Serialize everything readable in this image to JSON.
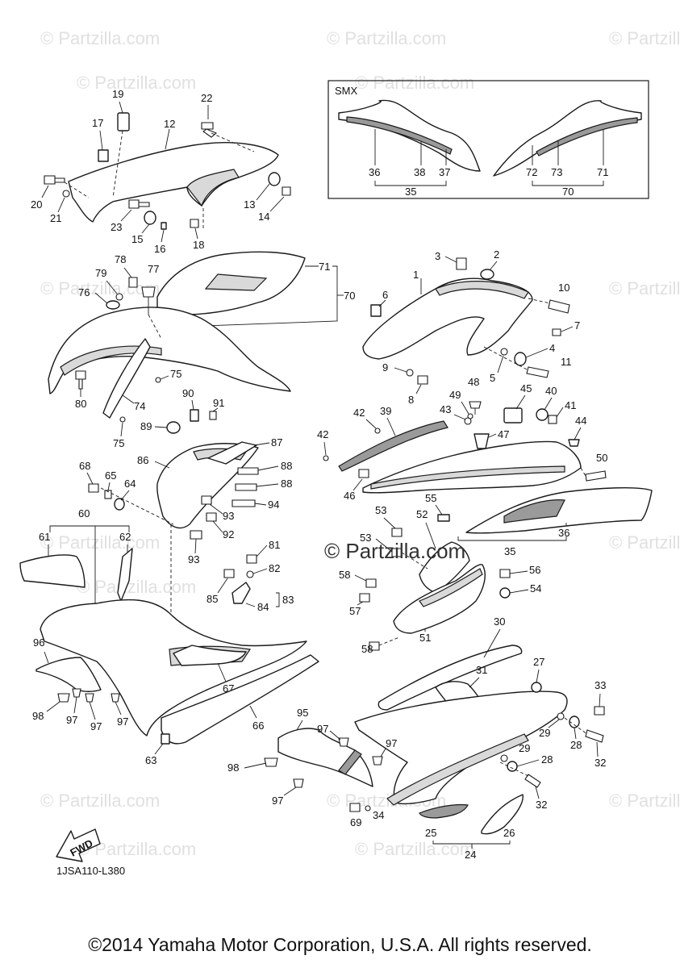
{
  "watermark": "© Partzilla.com",
  "center_watermark": "© Partzilla.com",
  "inset_label": "SMX",
  "fwd_label": "FWD",
  "diagram_code": "1JSA110-L380",
  "copyright": "©2014 Yamaha Motor Corporation, U.S.A. All rights reserved.",
  "callouts": {
    "c1": "1",
    "c2": "2",
    "c3": "3",
    "c4": "4",
    "c5": "5",
    "c6": "6",
    "c7": "7",
    "c8": "8",
    "c9": "9",
    "c10": "10",
    "c11": "11",
    "c12": "12",
    "c13": "13",
    "c14": "14",
    "c15": "15",
    "c16": "16",
    "c17": "17",
    "c18": "18",
    "c19": "19",
    "c20": "20",
    "c21": "21",
    "c22": "22",
    "c23": "23",
    "c24": "24",
    "c25": "25",
    "c26": "26",
    "c27": "27",
    "c28": "28",
    "c29": "29",
    "c30": "30",
    "c31": "31",
    "c32a": "32",
    "c32b": "32",
    "c33": "33",
    "c34": "34",
    "c35a": "35",
    "c35b": "35",
    "c36a": "36",
    "c36b": "36",
    "c37": "37",
    "c38": "38",
    "c39": "39",
    "c40": "40",
    "c41": "41",
    "c42a": "42",
    "c42b": "42",
    "c43": "43",
    "c44": "44",
    "c45": "45",
    "c46": "46",
    "c47": "47",
    "c48": "48",
    "c49": "49",
    "c50": "50",
    "c51": "51",
    "c52": "52",
    "c53a": "53",
    "c53b": "53",
    "c54": "54",
    "c55": "55",
    "c56": "56",
    "c57": "57",
    "c58a": "58",
    "c58b": "58",
    "c60": "60",
    "c61": "61",
    "c62": "62",
    "c63": "63",
    "c64": "64",
    "c65": "65",
    "c66": "66",
    "c67": "67",
    "c68": "68",
    "c69": "69",
    "c70a": "70",
    "c70b": "70",
    "c71a": "71",
    "c71b": "71",
    "c72": "72",
    "c73": "73",
    "c74": "74",
    "c75a": "75",
    "c75b": "75",
    "c76": "76",
    "c77": "77",
    "c78": "78",
    "c79": "79",
    "c80": "80",
    "c81": "81",
    "c82": "82",
    "c83": "83",
    "c84": "84",
    "c85": "85",
    "c86": "86",
    "c87": "87",
    "c88a": "88",
    "c88b": "88",
    "c89": "89",
    "c90": "90",
    "c91": "91",
    "c92": "92",
    "c93a": "93",
    "c93b": "93",
    "c94": "94",
    "c95": "95",
    "c96": "96",
    "c97a": "97",
    "c97b": "97",
    "c97c": "97",
    "c97d": "97",
    "c97e": "97",
    "c97f": "97",
    "c98a": "98",
    "c98b": "98"
  }
}
